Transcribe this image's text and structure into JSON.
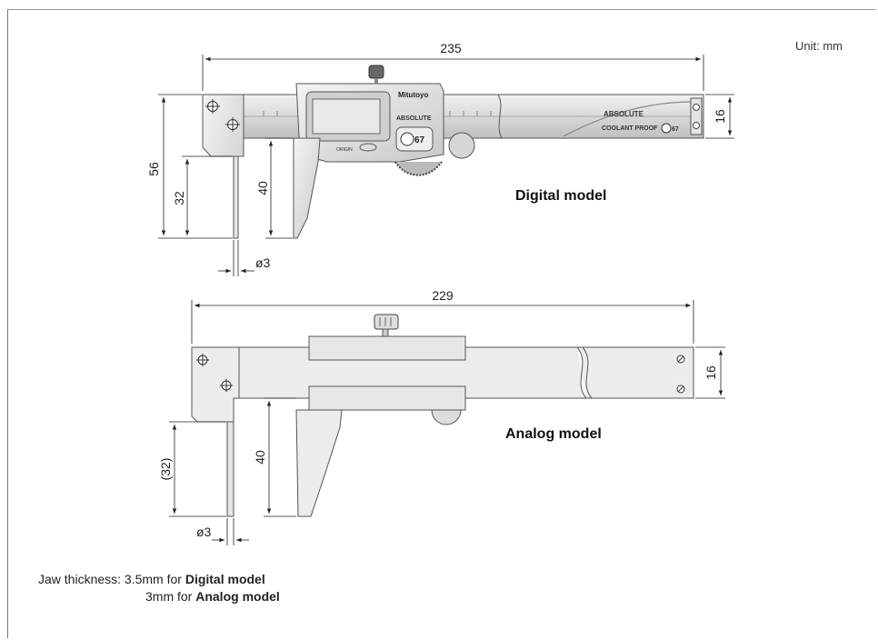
{
  "unit_label": "Unit: mm",
  "digital": {
    "label": "Digital model",
    "dim_length": "235",
    "dim_height_total": "56",
    "dim_jaw_depth": "32",
    "dim_slider_jaw": "40",
    "dim_beam": "16",
    "dim_jaw_dia": "ø3",
    "brand": "Mitutoyo",
    "absolute_small": "ABSOLUTE",
    "absolute_large": "ABSOLUTE",
    "coolant": "COOLANT PROOF",
    "ip": "67",
    "origin": "ORIGIN"
  },
  "analog": {
    "label": "Analog model",
    "dim_length": "229",
    "dim_jaw_depth": "(32)",
    "dim_slider_jaw": "40",
    "dim_beam": "16",
    "dim_jaw_dia": "ø3"
  },
  "note": {
    "prefix": "Jaw thickness: 3.5mm for ",
    "digital_bold": "Digital model",
    "line2_prefix": "3mm for ",
    "analog_bold": "Analog model"
  }
}
